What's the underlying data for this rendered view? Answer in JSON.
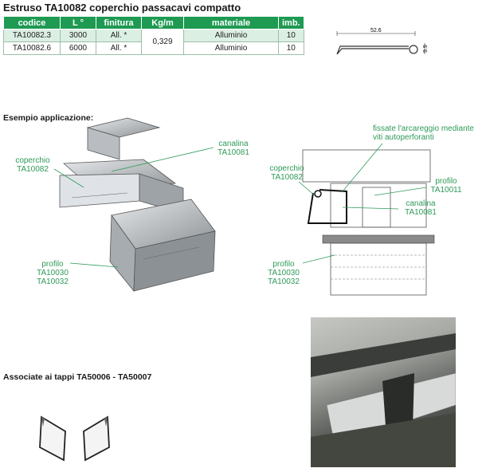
{
  "title": "Estruso TA10082 coperchio passacavi compatto",
  "table": {
    "headers": [
      "codice",
      "L °",
      "finitura",
      "Kg/m",
      "materiale",
      "imb."
    ],
    "rows": [
      [
        "TA10082.3",
        "3000",
        "All. *",
        "",
        "Alluminio",
        "10"
      ],
      [
        "TA10082.6",
        "6000",
        "All. *",
        "",
        "Alluminio",
        "10"
      ]
    ],
    "weight": "0,329"
  },
  "profile_drawing": {
    "width_label": "52.6",
    "height_label": "9.9"
  },
  "example_heading": "Esempio applicazione:",
  "left_labels": {
    "canalina": "canalina",
    "canalina_code": "TA10081",
    "coperchio": "coperchio",
    "coperchio_code": "TA10082",
    "profilo": "profilo",
    "profilo_code1": "TA10030",
    "profilo_code2": "TA10032"
  },
  "right_labels": {
    "fissate_line1": "fissate l'arcareggio mediante",
    "fissate_line2": "viti autoperforanti",
    "coperchio": "coperchio",
    "coperchio_code": "TA10082",
    "profilo_top": "profilo",
    "profilo_top_code": "TA10011",
    "canalina": "canalina",
    "canalina_code": "TA10081",
    "profilo_bottom": "profilo",
    "profilo_bottom_code1": "TA10030",
    "profilo_bottom_code2": "TA10032"
  },
  "associate": "Associate ai tappi TA50006 - TA50007",
  "colors": {
    "header_green": "#1e9a52",
    "label_green": "#2e9a58",
    "row_highlight": "#dcefe3"
  }
}
